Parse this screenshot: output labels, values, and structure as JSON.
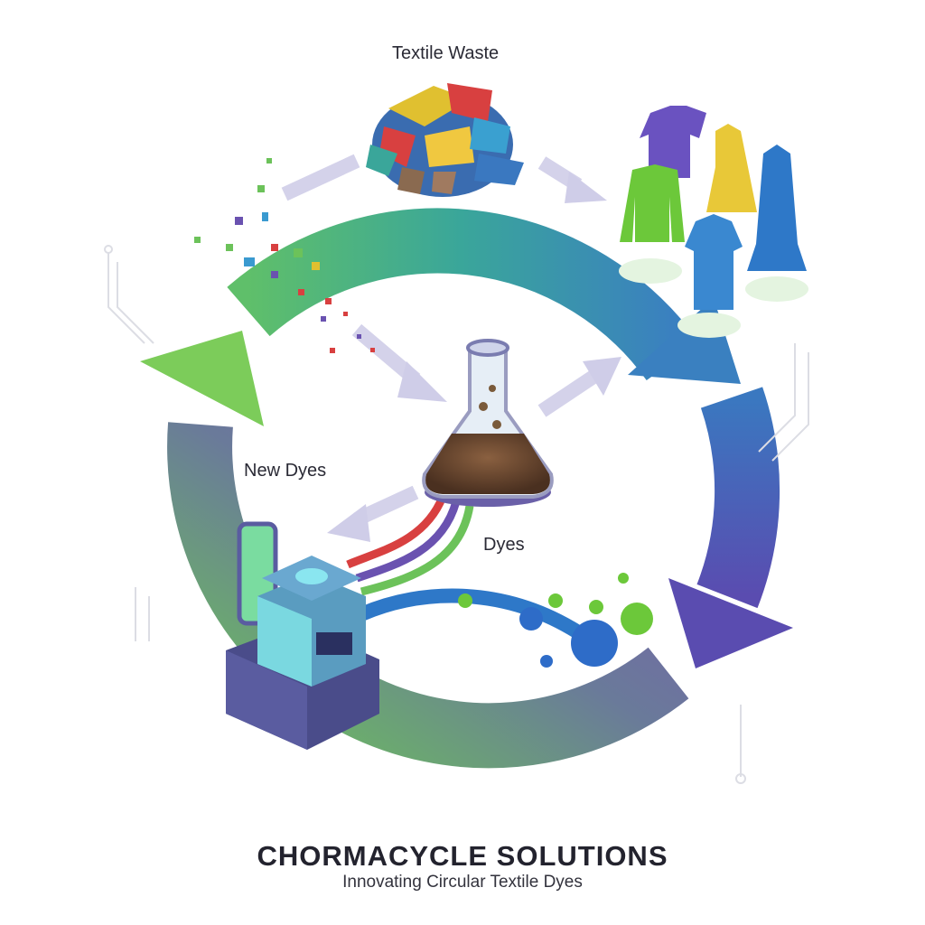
{
  "labels": {
    "textile_waste": "Textile Waste",
    "new_dyes": "New Dyes",
    "dyes": "Dyes"
  },
  "brand": {
    "title": "CHORMACYCLE SOLUTIONS",
    "subtitle": "Innovating Circular Textile Dyes"
  },
  "colors": {
    "green": "#6cc25a",
    "teal": "#3aa69a",
    "blue": "#3a78c0",
    "purple": "#6a52b0",
    "flask_liquid": "#6b4a30"
  }
}
